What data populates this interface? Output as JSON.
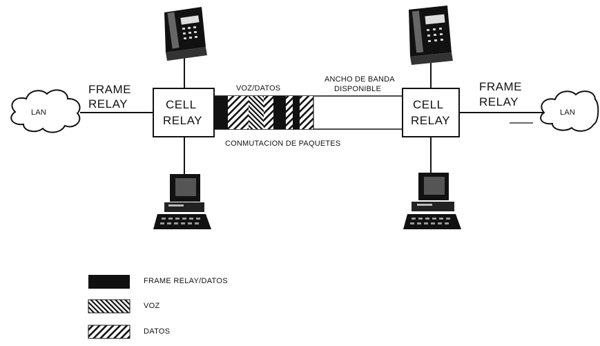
{
  "lan_left": "LAN",
  "lan_right": "LAN",
  "frame_relay_left": [
    "FRAME",
    "RELAY"
  ],
  "frame_relay_right": [
    "FRAME",
    "RELAY"
  ],
  "cell_relay_left": [
    "CELL",
    "RELAY"
  ],
  "cell_relay_right": [
    "CELL",
    "RELAY"
  ],
  "pipe_top_label": "VOZ/DATOS",
  "bandwidth_label": [
    "ANCHO DE BANDA",
    "DISPONIBLE"
  ],
  "pipe_bottom_label": "CONMUTACION DE PAQUETES",
  "legend": [
    {
      "pattern": "solid",
      "label": "FRAME RELAY/DATOS"
    },
    {
      "pattern": "backslash-hatch",
      "label": "VOZ"
    },
    {
      "pattern": "slash-hatch",
      "label": "DATOS"
    }
  ],
  "colors": {
    "ink": "#111111",
    "background": "#ffffff",
    "screen": "#333333"
  }
}
